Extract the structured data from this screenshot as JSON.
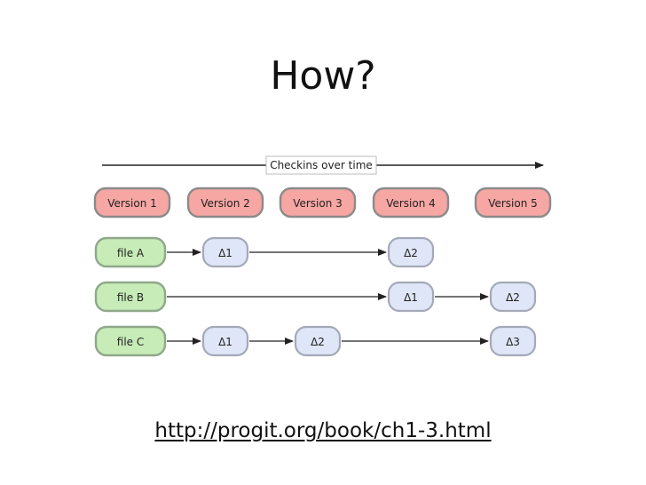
{
  "title": "How?",
  "link": "http://progit.org/book/ch1-3.html",
  "diagram": {
    "timeline_label": "Checkins over time",
    "versions": [
      "Version 1",
      "Version 2",
      "Version 3",
      "Version 4",
      "Version 5"
    ],
    "files": [
      {
        "label": "file A",
        "deltas": [
          {
            "version": 2,
            "label": "Δ1"
          },
          {
            "version": 4,
            "label": "Δ2"
          }
        ]
      },
      {
        "label": "file B",
        "deltas": [
          {
            "version": 4,
            "label": "Δ1"
          },
          {
            "version": 5,
            "label": "Δ2"
          }
        ]
      },
      {
        "label": "file C",
        "deltas": [
          {
            "version": 2,
            "label": "Δ1"
          },
          {
            "version": 3,
            "label": "Δ2"
          },
          {
            "version": 5,
            "label": "Δ3"
          }
        ]
      }
    ],
    "colors": {
      "version_fill": "#f6a6a3",
      "version_stroke": "#8b8b8b",
      "file_fill": "#c7ecb8",
      "file_stroke": "#8fa889",
      "delta_fill": "#dfe6f7",
      "delta_stroke": "#a3a9b8",
      "arrow": "#222222"
    }
  }
}
